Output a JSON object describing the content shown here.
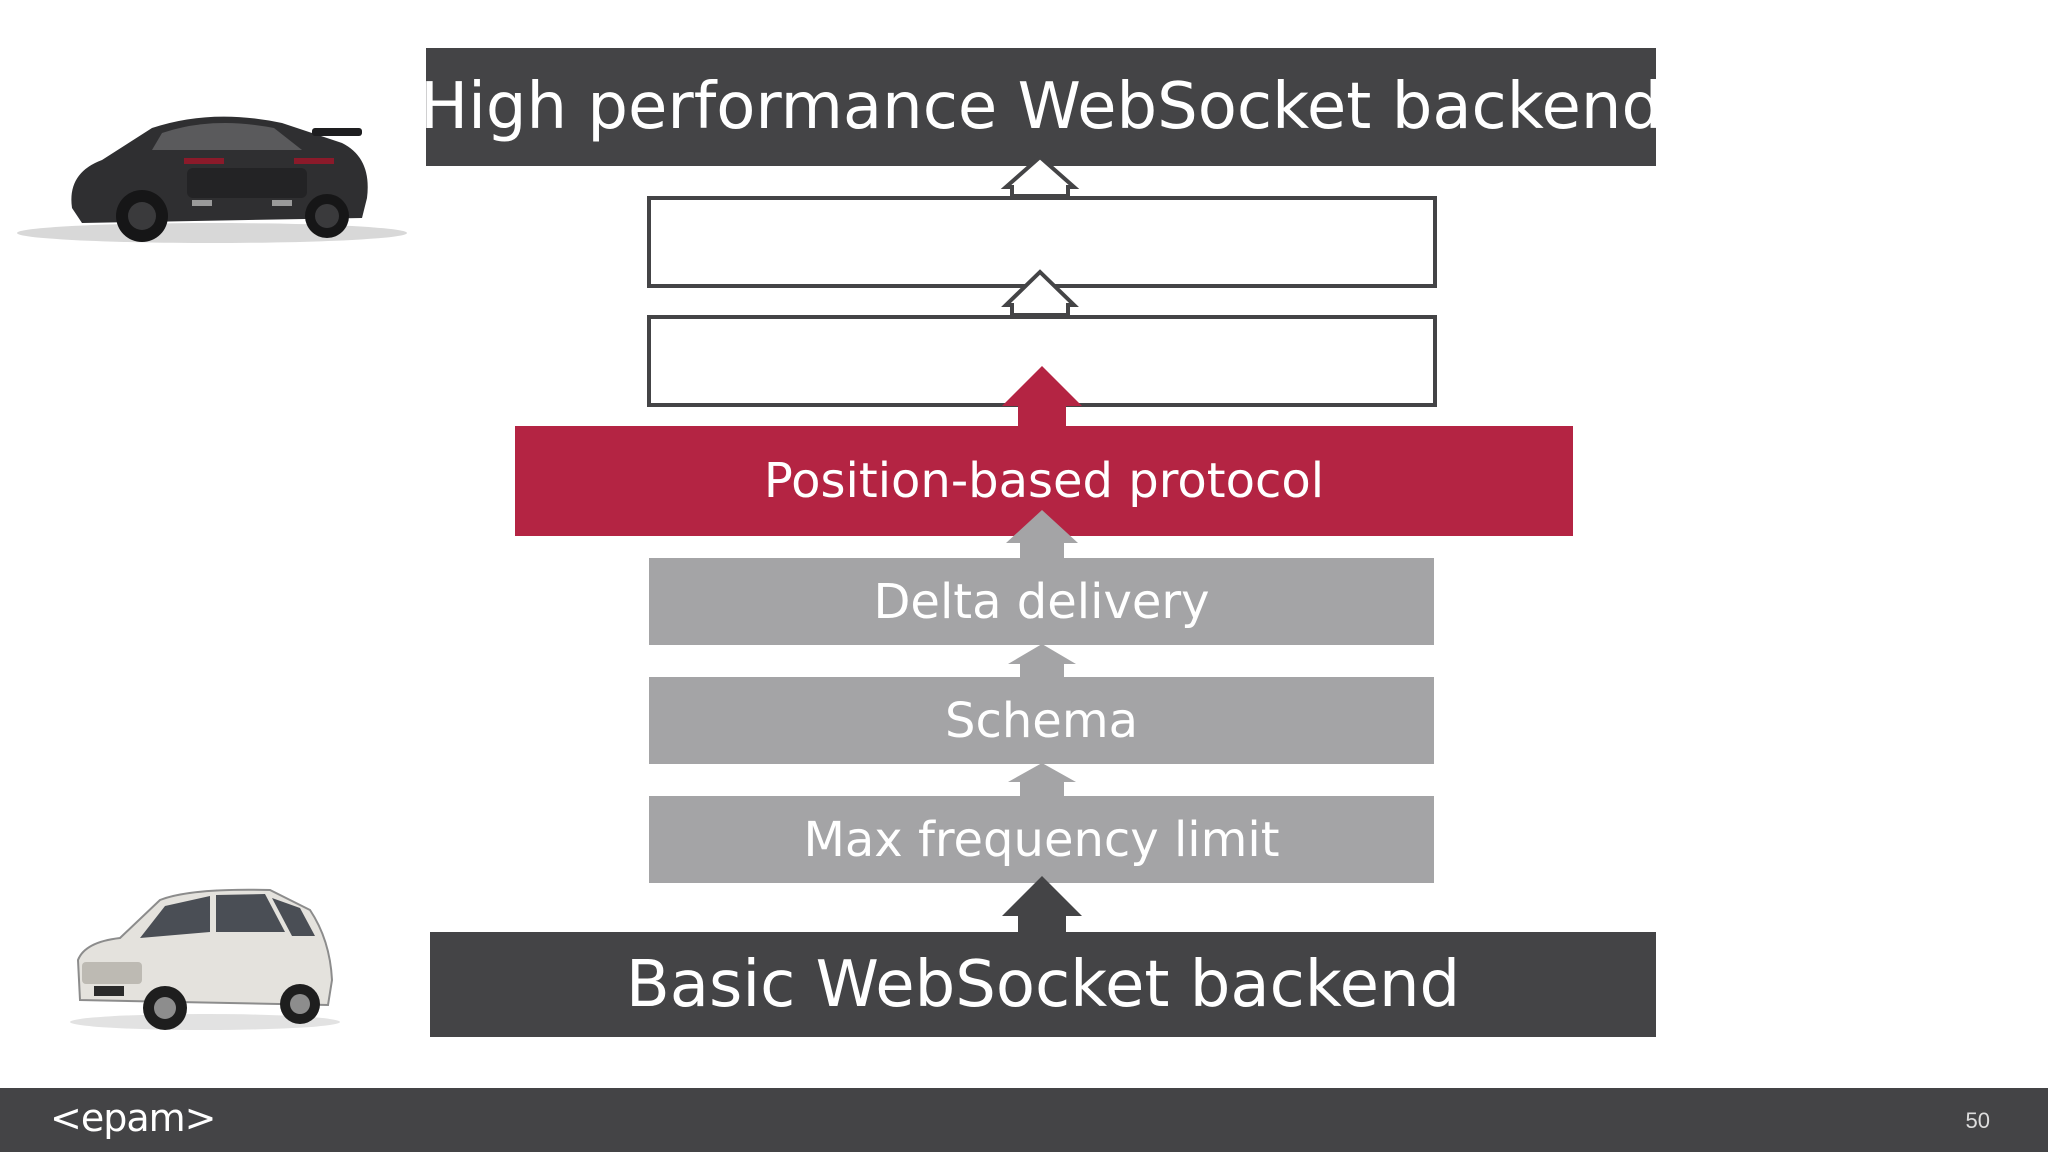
{
  "diagram": {
    "top_box": "High performance WebSocket backend",
    "empty_box_1": "",
    "empty_box_2": "",
    "highlight_box": "Position-based protocol",
    "layer_delta": "Delta delivery",
    "layer_schema": "Schema",
    "layer_freq": "Max frequency limit",
    "bottom_box": "Basic WebSocket backend"
  },
  "footer": {
    "logo": "<epam>",
    "page_number": "50"
  },
  "colors": {
    "dark": "#444446",
    "gray": "#a4a4a6",
    "accent_red": "#b42443",
    "white": "#ffffff"
  },
  "icons": {
    "top_image": "sports-car-image",
    "bottom_image": "small-hatchback-car-image"
  }
}
